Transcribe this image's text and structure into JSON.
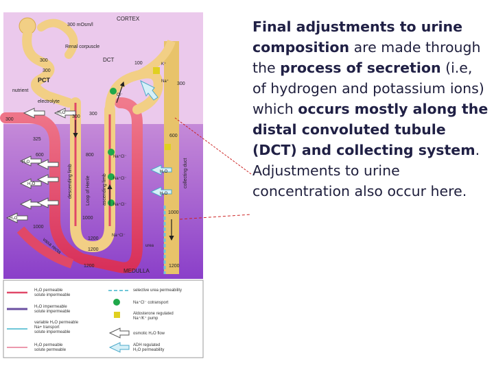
{
  "slide": {
    "paragraph": [
      {
        "text": "Final adjustments to urine composition",
        "bold": true
      },
      {
        "text": " are made through the ",
        "bold": false
      },
      {
        "text": "process of secretion",
        "bold": true
      },
      {
        "text": " (i.e, of hydrogen and potassium ions) which ",
        "bold": false
      },
      {
        "text": "occurs mostly along the distal convoluted tubule (DCT) and collecting system",
        "bold": true
      },
      {
        "text": ". Adjustments to urine concentration also occur here.",
        "bold": false
      }
    ]
  },
  "diagram": {
    "cortex": "CORTEX",
    "medulla": "MEDULLA",
    "osm_top": "300 mOsm/l",
    "renal_corpuscle": "Renal corpuscle",
    "pct": "PCT",
    "dct": "DCT",
    "nutrient": "nutrient",
    "electrolyte": "electrolyte",
    "descending": "descending limb",
    "ascending": "ascending limb",
    "loop": "Loop of Henle",
    "collecting": "collecting duct",
    "vasa_recta": "vasa recta",
    "urea": "urea",
    "h2o": "H₂O",
    "k": "K⁺",
    "na": "Na⁺",
    "nacl": "Na⁺Cl⁻",
    "cl": "Cl⁻",
    "values": {
      "v300a": "300",
      "v300b": "300",
      "v300c": "300",
      "v300d": "300",
      "v300e": "300",
      "v100": "100",
      "v325": "325",
      "v600a": "600",
      "v600b": "600",
      "v800": "800",
      "v1000a": "1000",
      "v1000b": "1000",
      "v1000c": "1000",
      "v1200a": "1200",
      "v1200b": "1200",
      "v1200c": "1200",
      "v1200d": "1200"
    }
  },
  "legend": {
    "items": [
      {
        "label1": "H₂O permeable",
        "label2": "solute impermeable"
      },
      {
        "label1": "H₂O impermeable",
        "label2": "solute impermeable"
      },
      {
        "label1": "variable H₂O permeable",
        "label2": "Na+ transport",
        "label3": "solute impermeable"
      },
      {
        "label1": "H₂O permeable",
        "label2": "solute permeable"
      },
      {
        "label1": "selective urea permeability"
      },
      {
        "label1": "Na⁺Cl⁻ cotransport"
      },
      {
        "label1": "Aldosterone regulated",
        "label2": "Na⁺/K⁺ pump"
      },
      {
        "label1": "osmotic H₂O flow"
      },
      {
        "label1": "ADH regulated",
        "label2": "H₂O permeability"
      }
    ]
  },
  "colors": {
    "cortex_bg": "#ebc9ec",
    "medulla_top": "#c58ad8",
    "medulla_bottom": "#8a3fc9",
    "tubule": "#f2cf85",
    "vasa": "#e04868",
    "pointer": "#cc2222",
    "text": "#1e1e3c"
  }
}
